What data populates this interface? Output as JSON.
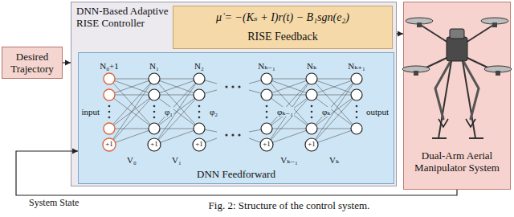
{
  "diagram": {
    "caption": "Fig. 2: Structure of the control system.",
    "nodes": [
      {
        "text": [
          "Desired Trajectory"
        ]
      },
      {
        "text": [
          "DNN-Based Adaptive RISE Controller"
        ]
      },
      {
        "text": [
          "μ̇ = −(Kₛ + I)r(t) − B₁sgn(e₂)",
          "RISE Feedback"
        ],
        "in": 1
      },
      {
        "text": [
          "DNN Feedforward"
        ],
        "in": 1
      },
      {
        "text": [
          "Dual-Arm Aerial Manipulator System"
        ]
      }
    ],
    "edges": [
      {
        "from": 0,
        "to": 1,
        "arrow": "to"
      },
      {
        "from": 1,
        "to": 4,
        "arrow": "to"
      },
      {
        "from": 4,
        "to": 3,
        "label": "System State",
        "arrow": "to"
      }
    ],
    "labels": [
      "N₀+1",
      "N₁",
      "N₂",
      "Nₖ₋₁",
      "Nₖ",
      "Nₖ₊₁",
      "input",
      "output",
      "+1",
      "+1",
      "+1",
      "+1",
      "+1",
      "V₀",
      "V₁",
      "Vₖ₋₁",
      "Vₖ",
      "φ₁",
      "φ₂",
      "φₖ₋₁",
      "φₖ"
    ]
  }
}
